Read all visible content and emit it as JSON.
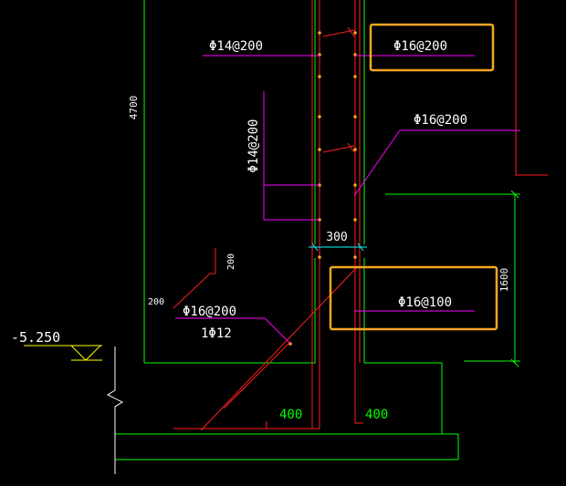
{
  "colors": {
    "background": "#000000",
    "concrete": "#00ff00",
    "rebar": "#ff1e1e",
    "leader": "#ff00ff",
    "highlight": "#f5a623",
    "dimension": "#00ffff",
    "text": "#ffffff",
    "green_text": "#00ff00",
    "elevation": "#ffff00"
  },
  "annotations": {
    "top_left_bar": "Φ14@200",
    "top_right_bar": "Φ16@200",
    "vertical_bar": "Φ14@200",
    "mid_right_bar": "Φ16@200",
    "wall_height": "4700",
    "wall_thickness": "300",
    "hook_small_vertical": "200",
    "hook_small_horizontal": "200",
    "bottom_left_bar": "Φ16@200",
    "bottom_left_extra": "1Φ12",
    "bottom_right_bar": "Φ16@100",
    "right_dimension": "1600",
    "elevation": "-5.250",
    "bottom_left_anchor": "400",
    "bottom_right_anchor": "400"
  }
}
